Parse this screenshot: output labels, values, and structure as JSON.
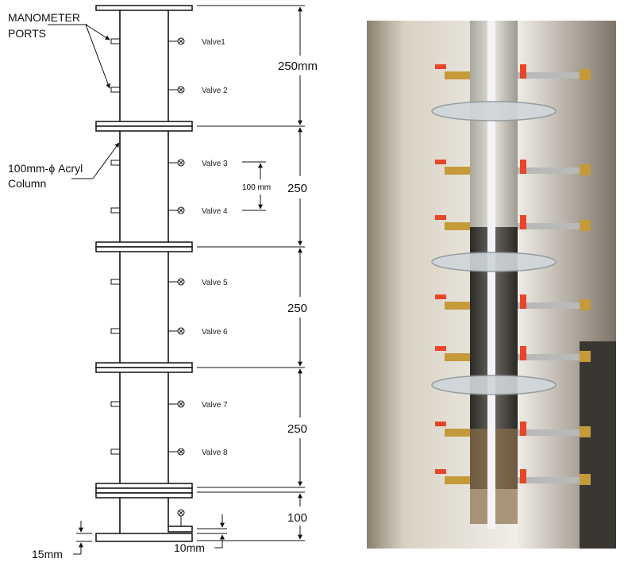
{
  "diagram": {
    "labels": {
      "manometer_ports": [
        "MANOMETER",
        "PORTS"
      ],
      "column": [
        "100mm-ϕ Acryl",
        "Column"
      ],
      "spacing": "100 mm",
      "plate_thickness": "15mm",
      "base_offset": "10mm"
    },
    "valves": [
      "Valve1",
      "Valve 2",
      "Valve 3",
      "Valve 4",
      "Valve 5",
      "Valve 6",
      "Valve 7",
      "Valve 8"
    ],
    "section_dimensions": [
      "250mm",
      "250",
      "250",
      "250",
      "100"
    ]
  },
  "photo": {
    "subject": "column-apparatus-photo",
    "colors": {
      "wall": "#e9e6df",
      "valve_handle": "#e8452a",
      "brass": "#c49a3a",
      "acrylic": "#cfd6da"
    }
  }
}
